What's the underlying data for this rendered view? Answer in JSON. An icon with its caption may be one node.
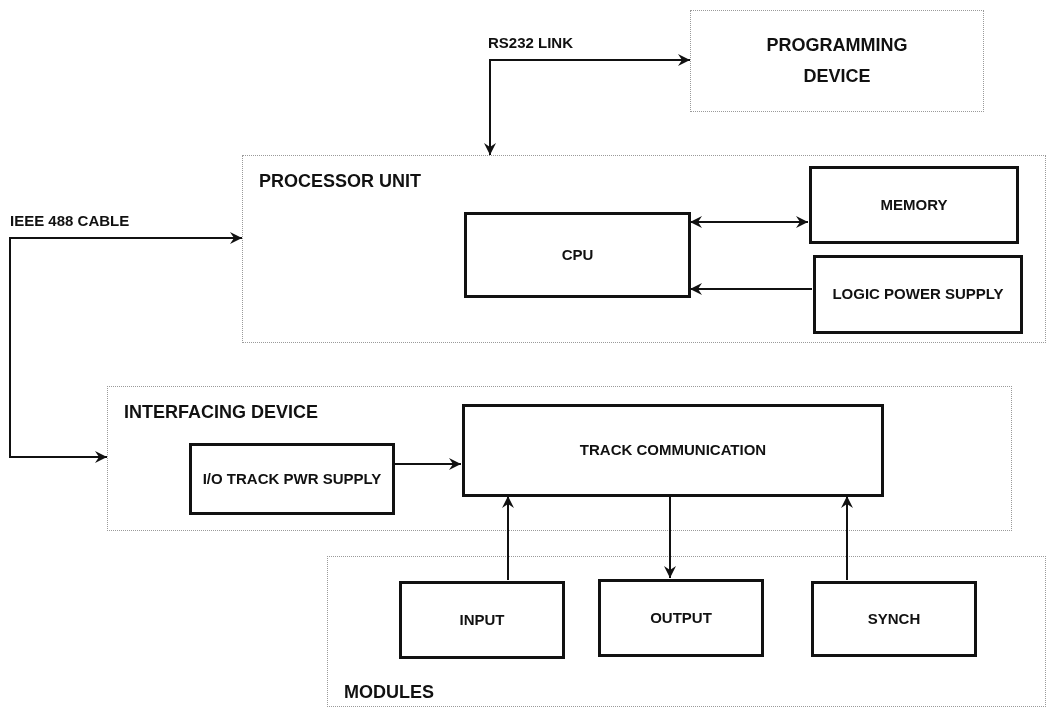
{
  "diagram": {
    "nodes": [
      {
        "text": [
          "PROGRAMMING DEVICE"
        ]
      },
      {
        "text": [
          "PROCESSOR UNIT"
        ]
      },
      {
        "text": [
          "CPU"
        ],
        "in": 1
      },
      {
        "text": [
          "MEMORY"
        ],
        "in": 1
      },
      {
        "text": [
          "LOGIC POWER SUPPLY"
        ],
        "in": 1
      },
      {
        "text": [
          "INTERFACING DEVICE"
        ]
      },
      {
        "text": [
          "I/O TRACK PWR SUPPLY"
        ],
        "in": 5
      },
      {
        "text": [
          "TRACK COMMUNICATION"
        ],
        "in": 5
      },
      {
        "text": [
          "MODULES"
        ]
      },
      {
        "text": [
          "INPUT"
        ],
        "in": 8
      },
      {
        "text": [
          "OUTPUT"
        ],
        "in": 8
      },
      {
        "text": [
          "SYNCH"
        ],
        "in": 8
      }
    ],
    "edges": [
      {
        "from": 1,
        "to": 0,
        "arrow": "both",
        "label": "RS232 LINK"
      },
      {
        "from": 1,
        "to": 5,
        "arrow": "both",
        "label": "IEEE 488 CABLE"
      },
      {
        "from": 2,
        "to": 3,
        "arrow": "both"
      },
      {
        "from": 4,
        "to": 2,
        "arrow": "to"
      },
      {
        "from": 6,
        "to": 7,
        "arrow": "to"
      },
      {
        "from": 9,
        "to": 7,
        "arrow": "to"
      },
      {
        "from": 7,
        "to": 10,
        "arrow": "to"
      },
      {
        "from": 11,
        "to": 7,
        "arrow": "to"
      }
    ]
  }
}
